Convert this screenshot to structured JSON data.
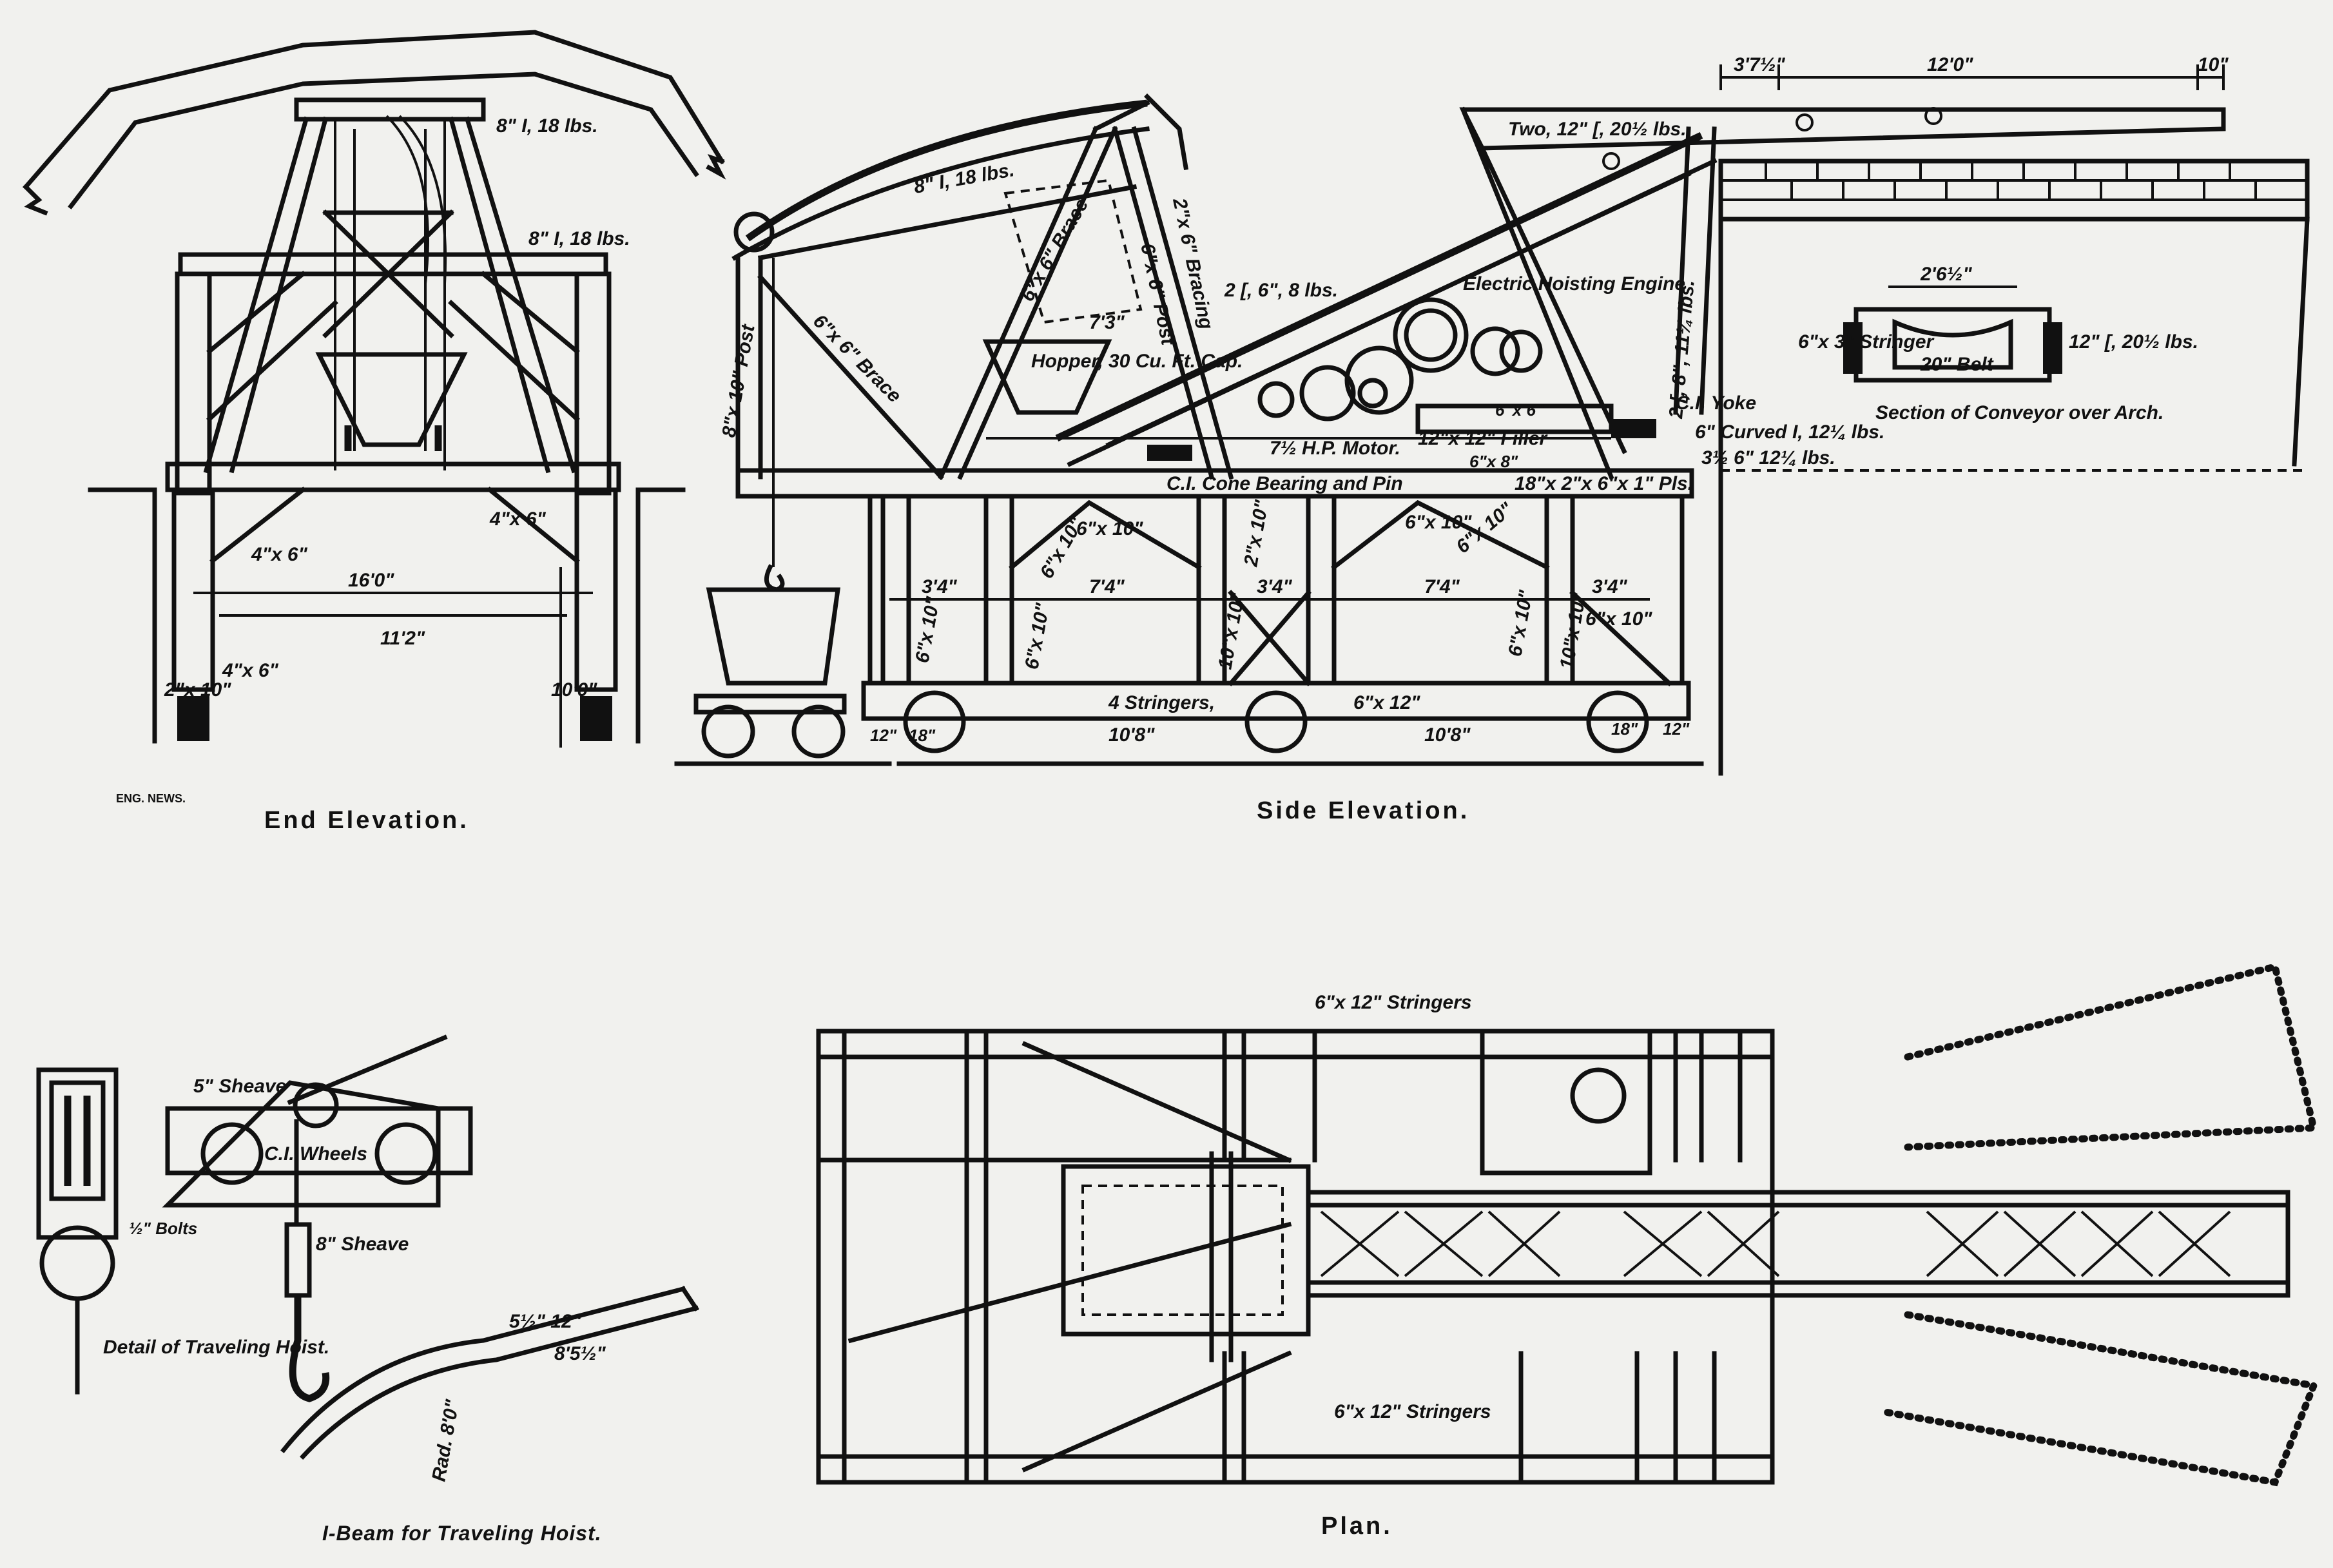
{
  "source_credit": "ENG. NEWS.",
  "captions": {
    "end_elevation": "End Elevation.",
    "side_elevation": "Side Elevation.",
    "plan": "Plan.",
    "ibeam": "I-Beam for Traveling Hoist.",
    "hoist_detail": "Detail of Traveling Hoist.",
    "conveyor_section": "Section of Conveyor over Arch."
  },
  "end_elevation_labels": {
    "ibeam_top": "8\" I, 18 lbs.",
    "ibeam_mid": "8\" I, 18 lbs.",
    "brace_left": "4\"x 6\"",
    "brace_right": "4\"x 6\"",
    "brace_low": "4\"x 6\"",
    "post": "2\"x 10\"",
    "width_outer": "16'0\"",
    "width_inner": "11'2\"",
    "height": "10'0\""
  },
  "side_elevation_labels": {
    "boom": "8\" I, 18 lbs.",
    "bracing": "2\"x 6\" Bracing",
    "post_6x6": "6\"x 6\" Post",
    "brace_6x6": "6\"x 6\" Brace",
    "brace_6x6_left": "6\"x 6\" Brace",
    "post_8x10": "8\"x 10\" Post",
    "dim_7_3": "7'3\"",
    "hopper": "Hopper, 30 Cu. Ft. Cap.",
    "channels": "2 [, 6\", 8 lbs.",
    "engine": "Electric Hoisting Engine",
    "two_channels": "Two, 12\" [, 20½ lbs.",
    "dim_top_1": "3'7½\"",
    "dim_top_2": "12'0\"",
    "dim_top_3": "10\"",
    "channel_8": "2 [, 8\", 11¼ lbs.",
    "motor": "7½ H.P. Motor.",
    "filler": "12\"x 12\" Filler",
    "filler_6x6": "6\"x 6\"",
    "filler_6x8": "6\"x 8\"",
    "bearing": "C.I. Cone Bearing and Pin",
    "plates": "18\"x 2\"x 6\"x 1\" Pls.",
    "yoke": "C.I. Yoke",
    "curved": "6\" Curved I, 12¼ lbs.",
    "curved2": "3½ 6\" 12¼ lbs.",
    "truss_1": "6\"x 10\"",
    "truss_2": "6\"x 10\"",
    "truss_3": "6\"x 10\"",
    "truss_4": "6\"x 10\"",
    "truss_5": "6\"x 10\"",
    "truss_6": "6\"x 10\"",
    "truss_7": "6\"x 10\"",
    "truss_8": "2\"x 10\"",
    "truss_9": "10\"x 10\"",
    "truss_10": "10\"x 10\"",
    "truss_11": "6\"x 10\"",
    "dim_a": "3'4\"",
    "dim_b": "7'4\"",
    "dim_c": "3'4\"",
    "dim_d": "7'4\"",
    "dim_e": "3'4\"",
    "stringers": "4 Stringers,",
    "stringer_size": "6\"x 12\"",
    "wheel_base_1": "10'8\"",
    "wheel_base_2": "10'8\"",
    "off_12a": "12\"",
    "off_18a": "18\"",
    "off_18b": "18\"",
    "off_12b": "12\""
  },
  "conveyor_section_labels": {
    "width": "2'6½\"",
    "stringer": "6\"x 3\" Stringer",
    "channel": "12\" [, 20½ lbs.",
    "belt": "20\" Belt"
  },
  "hoist_labels": {
    "sheave_5": "5\" Sheave",
    "wheels": "C.I. Wheels",
    "bolts": "½\" Bolts",
    "sheave_8": "8\" Sheave"
  },
  "ibeam_labels": {
    "size": "5½\" 12\"",
    "dim": "8'5½\"",
    "radius": "Rad. 8'0\""
  },
  "plan_labels": {
    "stringers_top": "6\"x 12\" Stringers",
    "stringers_bottom": "6\"x 12\" Stringers"
  }
}
